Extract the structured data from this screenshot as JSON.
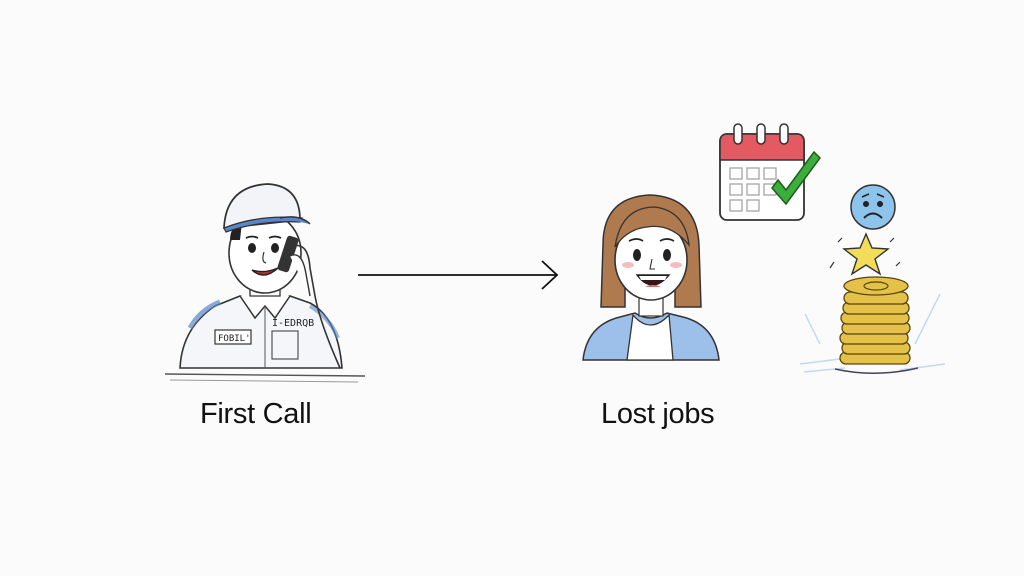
{
  "diagram": {
    "nodes": [
      {
        "id": "first-call",
        "label": "First Call",
        "figure": "technician-on-phone",
        "badge_left": "FOBIL'",
        "badge_right": "I-EDRQB"
      },
      {
        "id": "lost-jobs",
        "label": "Lost jobs",
        "figure": "smiling-woman"
      }
    ],
    "edges": [
      {
        "from": "first-call",
        "to": "lost-jobs",
        "style": "arrow"
      }
    ],
    "icons": [
      {
        "name": "calendar-check-icon",
        "description": "calendar with green checkmark"
      },
      {
        "name": "sad-face-icon",
        "description": "blue sad face"
      },
      {
        "name": "star-icon",
        "description": "yellow star breaking"
      },
      {
        "name": "coin-stack-icon",
        "description": "stack of gold coins"
      }
    ]
  },
  "colors": {
    "background": "#fbfbfb",
    "cap_blue": "#5b86c8",
    "shirt_blue": "#7fa3d8",
    "hair_brown": "#b07a4f",
    "calendar_red": "#e35a62",
    "check_green": "#3cae3c",
    "sad_face_blue": "#8ec3ec",
    "star_yellow": "#f2dc5a",
    "coin_gold": "#d9b23a"
  }
}
